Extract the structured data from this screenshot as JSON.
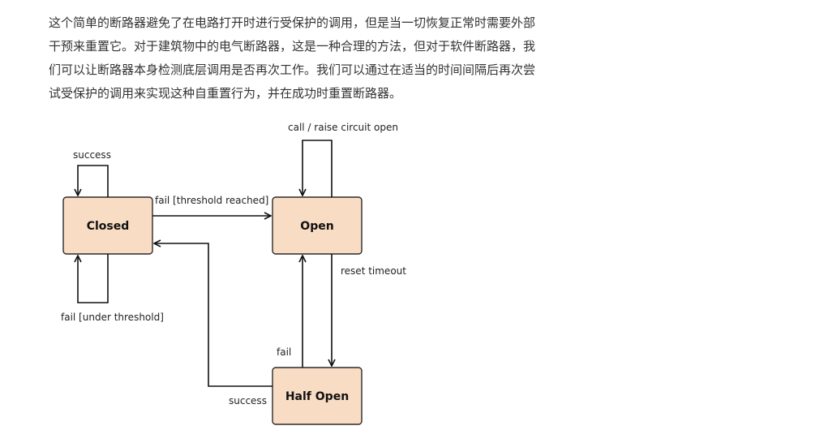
{
  "article": {
    "lines": [
      "这个简单的断路器避免了在电路打开时进行受保护的调用，但是当一切恢复正常时需要外部",
      "干预来重置它。对于建筑物中的电气断路器，这是一种合理的方法，但对于软件断路器，我",
      "们可以让断路器本身检测底层调用是否再次工作。我们可以通过在适当的时间间隔后再次尝",
      "试受保护的调用来实现这种自重置行为，并在成功时重置断路器。"
    ]
  },
  "diagram": {
    "colors": {
      "node_fill": "#f9dcc4",
      "node_stroke": "#2a2a2a",
      "edge": "#111111"
    },
    "states": {
      "closed": "Closed",
      "open": "Open",
      "half_open": "Half Open"
    },
    "transitions": {
      "closed_success": "success",
      "closed_fail_under_threshold": "fail [under threshold]",
      "closed_to_open": "fail [threshold reached]",
      "open_self": "call / raise circuit open",
      "open_to_half_open": "reset timeout",
      "half_open_to_open": "fail",
      "half_open_to_closed": "success"
    }
  }
}
